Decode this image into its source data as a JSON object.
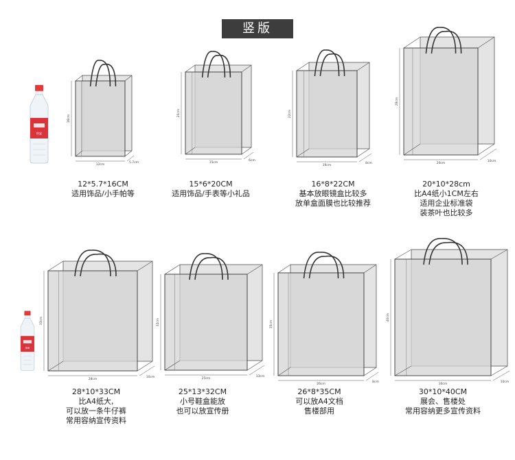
{
  "header": {
    "title": "竖版"
  },
  "bottle": {
    "label": "怡宝"
  },
  "bags": [
    {
      "size": "12*5.7*16CM",
      "lines": [
        "适用饰品/小手帕等"
      ],
      "w_label": "12cm",
      "d_label": "5.7cm",
      "h_label": "16cm"
    },
    {
      "size": "15*6*20CM",
      "lines": [
        "适用饰品/手表等小礼品"
      ],
      "w_label": "15cm",
      "d_label": "6cm",
      "h_label": "20cm"
    },
    {
      "size": "16*8*22CM",
      "lines": [
        "基本放眼镜盒比较多",
        "放单盒面膜也比较推荐"
      ],
      "w_label": "16cm",
      "d_label": "8cm",
      "h_label": "22cm"
    },
    {
      "size": "20*10*28cm",
      "lines": [
        "比A4纸小1CM左右",
        "适用企业标准袋",
        "装茶叶也比较多"
      ],
      "w_label": "20cm",
      "d_label": "10cm",
      "h_label": "28cm"
    },
    {
      "size": "28*10*33CM",
      "lines": [
        "比A4纸大,",
        "可以放一条牛仔裤",
        "常用容纳宣传资料"
      ],
      "w_label": "28cm",
      "d_label": "10cm",
      "h_label": "33cm"
    },
    {
      "size": "25*13*32CM",
      "lines": [
        "小号鞋盒能放",
        "也可以放宣传册"
      ],
      "w_label": "25cm",
      "d_label": "13cm",
      "h_label": "32cm"
    },
    {
      "size": "26*8*35CM",
      "lines": [
        "可以放A4文档",
        "售楼部用"
      ],
      "w_label": "26cm",
      "d_label": "8cm",
      "h_label": "35cm"
    },
    {
      "size": "30*10*40CM",
      "lines": [
        "展会、售楼处",
        "常用容纳更多宣传资料"
      ],
      "w_label": "30cm",
      "d_label": "10cm",
      "h_label": "40cm"
    }
  ]
}
